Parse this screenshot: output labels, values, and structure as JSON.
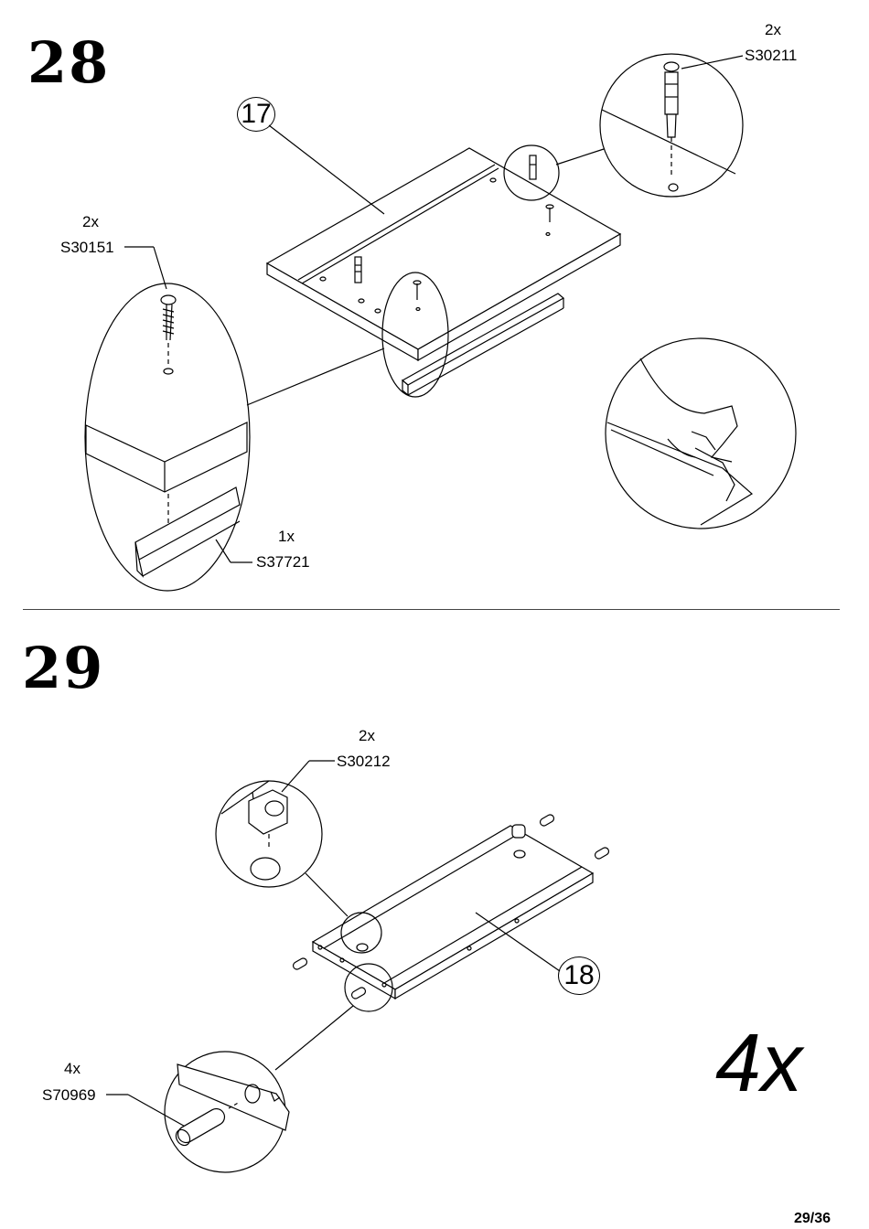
{
  "step28": {
    "number": "28",
    "board_part": "17",
    "cam_bolt": {
      "qty": "2x",
      "code": "S30211"
    },
    "screw": {
      "qty": "2x",
      "code": "S30151"
    },
    "rail": {
      "qty": "1x",
      "code": "S37721"
    }
  },
  "step29": {
    "number": "29",
    "board_part": "18",
    "cam_lock": {
      "qty": "2x",
      "code": "S30212"
    },
    "dowel": {
      "qty": "4x",
      "code": "S70969"
    },
    "repeat": "4x"
  },
  "page_number": "29/36"
}
